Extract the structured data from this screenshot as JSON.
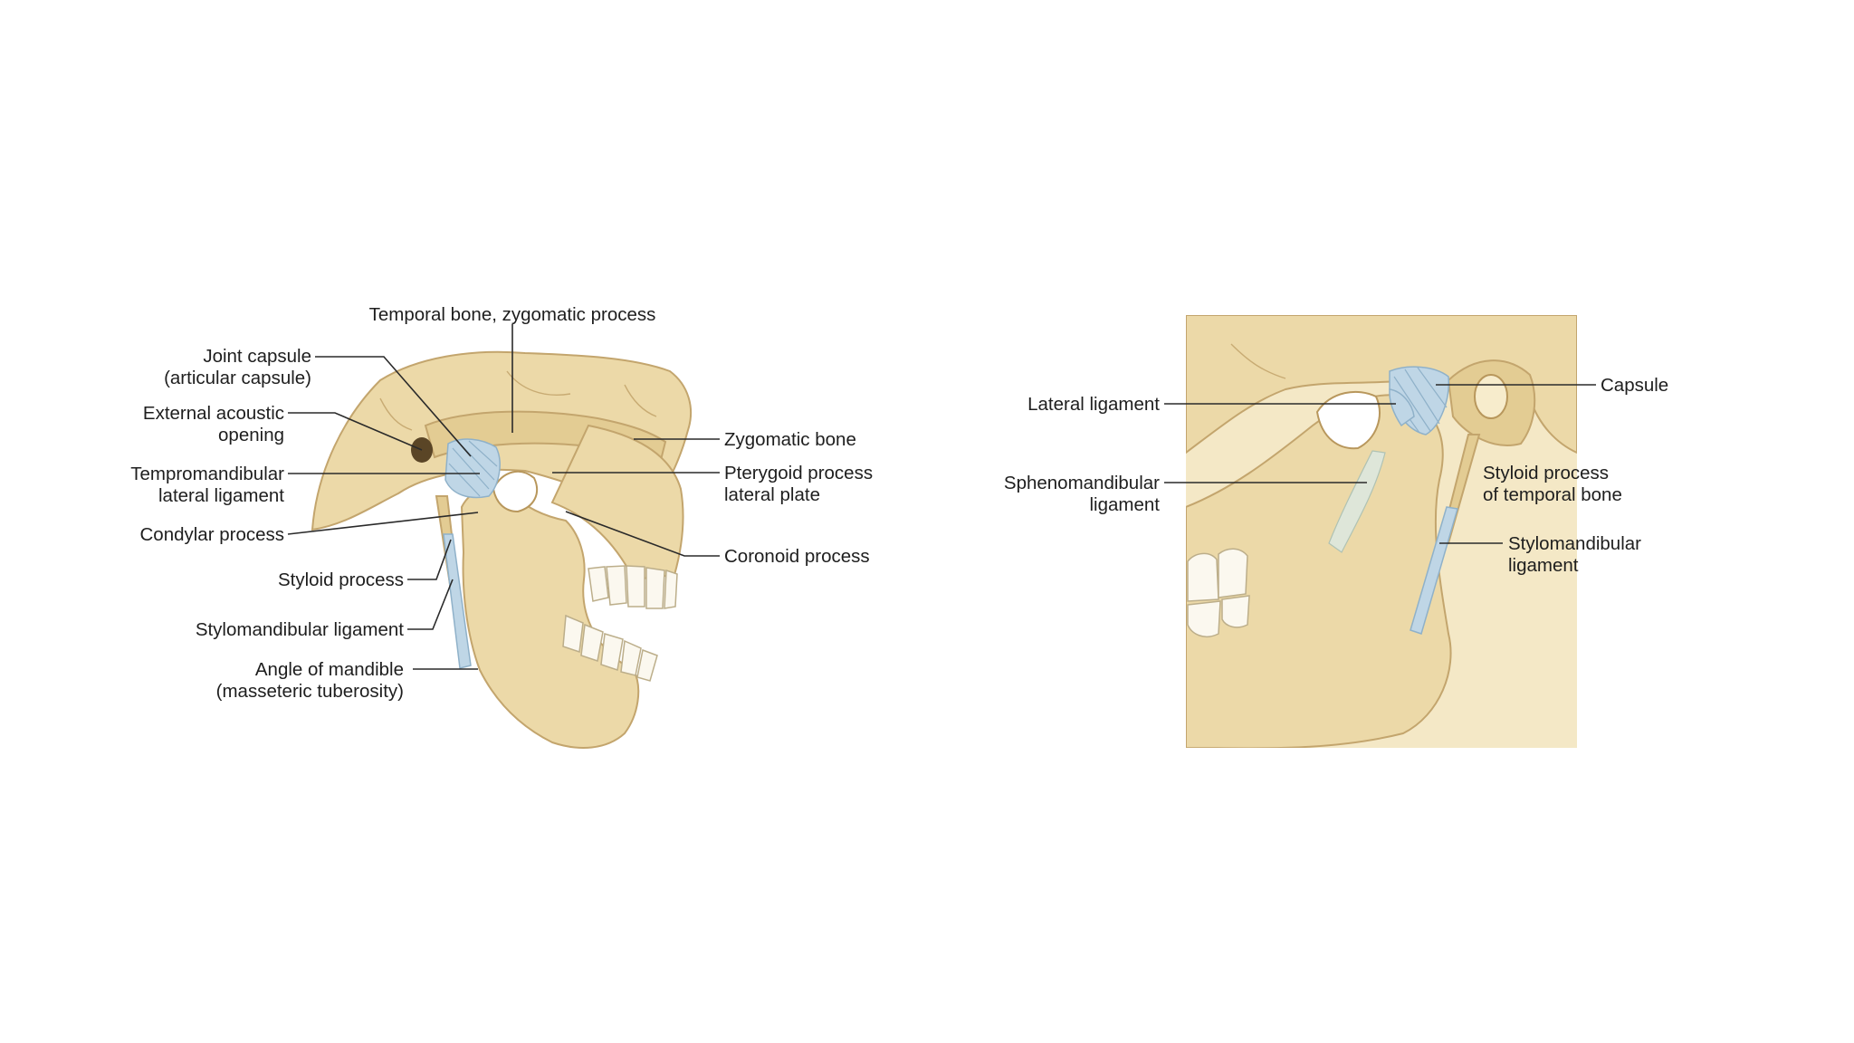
{
  "left_figure": {
    "labels": {
      "temporal_bone": "Temporal bone, zygomatic process",
      "joint_capsule_1": "Joint capsule",
      "joint_capsule_2": "(articular capsule)",
      "external_acoustic_1": "External acoustic",
      "external_acoustic_2": "opening",
      "tmj_lateral_1": "Tempromandibular",
      "tmj_lateral_2": "lateral ligament",
      "condylar": "Condylar process",
      "styloid": "Styloid process",
      "stylomandibular": "Stylomandibular ligament",
      "angle_1": "Angle of mandible",
      "angle_2": "(masseteric tuberosity)",
      "zygomatic": "Zygomatic bone",
      "pterygoid_1": "Pterygoid process",
      "pterygoid_2": "lateral plate",
      "coronoid": "Coronoid process"
    }
  },
  "right_figure": {
    "labels": {
      "lateral_ligament": "Lateral ligament",
      "spheno_1": "Sphenomandibular",
      "spheno_2": "ligament",
      "capsule": "Capsule",
      "styloid_1": "Styloid process",
      "styloid_2": "of temporal bone",
      "stylo_1": "Stylomandibular",
      "stylo_2": "ligament"
    }
  },
  "colors": {
    "bone": "#ecd9a8",
    "ligament": "#bfd6e6",
    "tooth": "#fbf8ef",
    "leader_line": "#2a2a2a"
  }
}
